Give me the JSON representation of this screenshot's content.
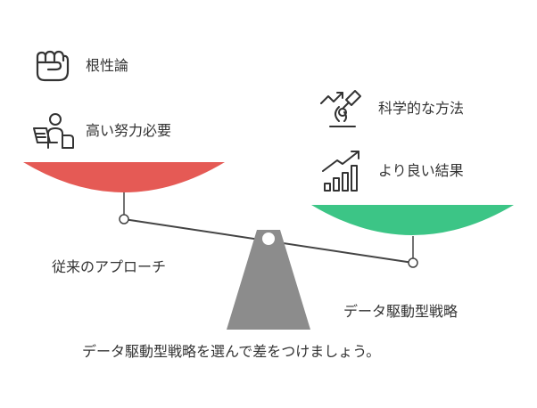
{
  "left_side": {
    "items": [
      {
        "icon": "fist-icon",
        "label": "根性論"
      },
      {
        "icon": "person-laptop-icon",
        "label": "高い努力必要"
      }
    ],
    "caption": "従来のアプローチ",
    "pan_color": "#e55a55"
  },
  "right_side": {
    "items": [
      {
        "icon": "microscope-icon",
        "label": "科学的な方法"
      },
      {
        "icon": "bar-chart-growth-icon",
        "label": "より良い結果"
      }
    ],
    "caption": "データ駆動型戦略",
    "pan_color": "#3cc586"
  },
  "fulcrum_color": "#8c8c8c",
  "footer": {
    "text": "データ駆動型戦略を選んで差をつけましょう。"
  }
}
